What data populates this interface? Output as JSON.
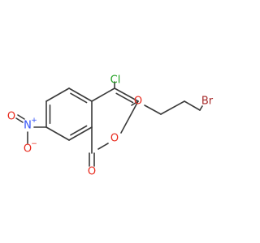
{
  "colors": {
    "bond": "#3a3a3a",
    "carbon": "#3a3a3a",
    "oxygen": "#e8291c",
    "nitrogen": "#3050f8",
    "chlorine": "#1fa01f",
    "bromine": "#a62929"
  },
  "atoms": {
    "cl": {
      "symbol": "Cl",
      "color": "chlorine"
    },
    "o_ether": {
      "symbol": "O",
      "color": "oxygen"
    },
    "o_ring": {
      "symbol": "O",
      "color": "oxygen"
    },
    "o_carbonyl": {
      "symbol": "O",
      "color": "oxygen"
    },
    "br": {
      "symbol": "Br",
      "color": "bromine"
    },
    "n_nitro": {
      "symbol": "N",
      "color": "nitrogen",
      "charge": "+"
    },
    "o_nitro_double": {
      "symbol": "O",
      "color": "oxygen"
    },
    "o_nitro_single": {
      "symbol": "O",
      "color": "oxygen",
      "charge": "−"
    }
  }
}
